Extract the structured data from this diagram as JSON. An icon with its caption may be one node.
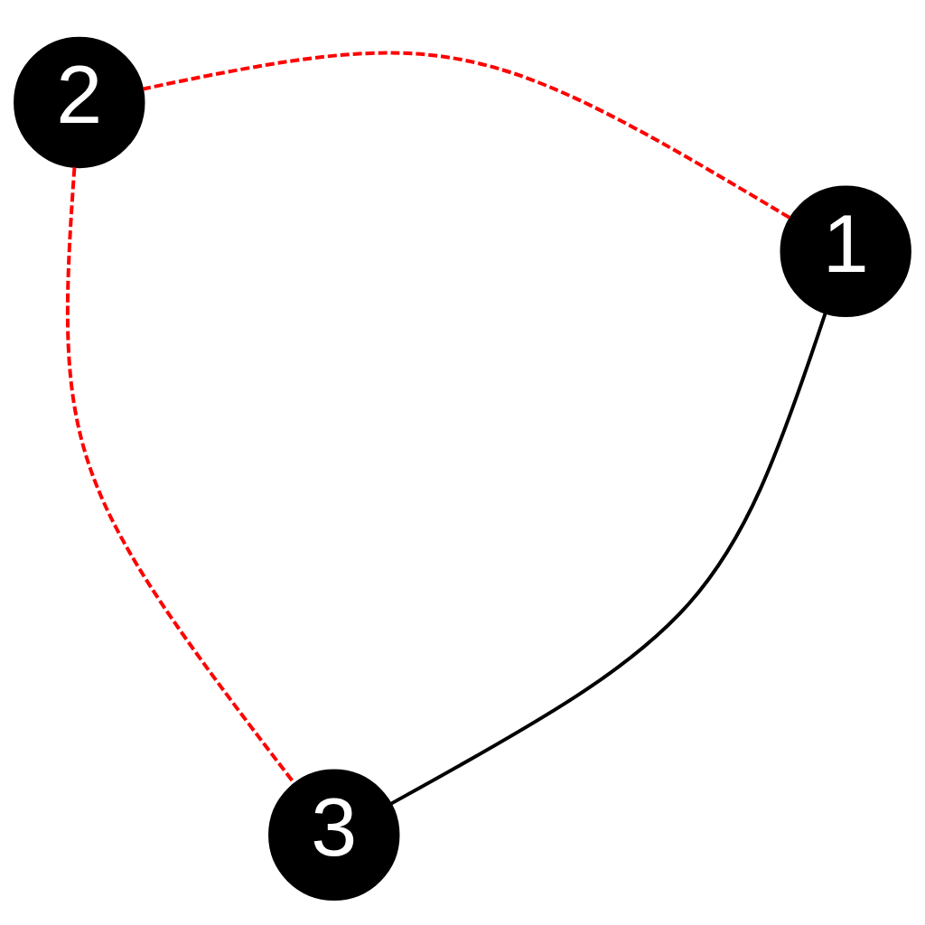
{
  "diagram": {
    "nodes": [
      {
        "text": [
          "1"
        ]
      },
      {
        "text": [
          "2"
        ]
      },
      {
        "text": [
          "3"
        ]
      }
    ],
    "edges": [
      {
        "from": 0,
        "to": 1,
        "arrow": "none",
        "style": "dashed",
        "color": "#ff0000"
      },
      {
        "from": 0,
        "to": 2,
        "arrow": "none",
        "color": "#000000"
      },
      {
        "from": 1,
        "to": 2,
        "arrow": "none",
        "style": "dashed",
        "color": "#ff0000"
      }
    ]
  }
}
